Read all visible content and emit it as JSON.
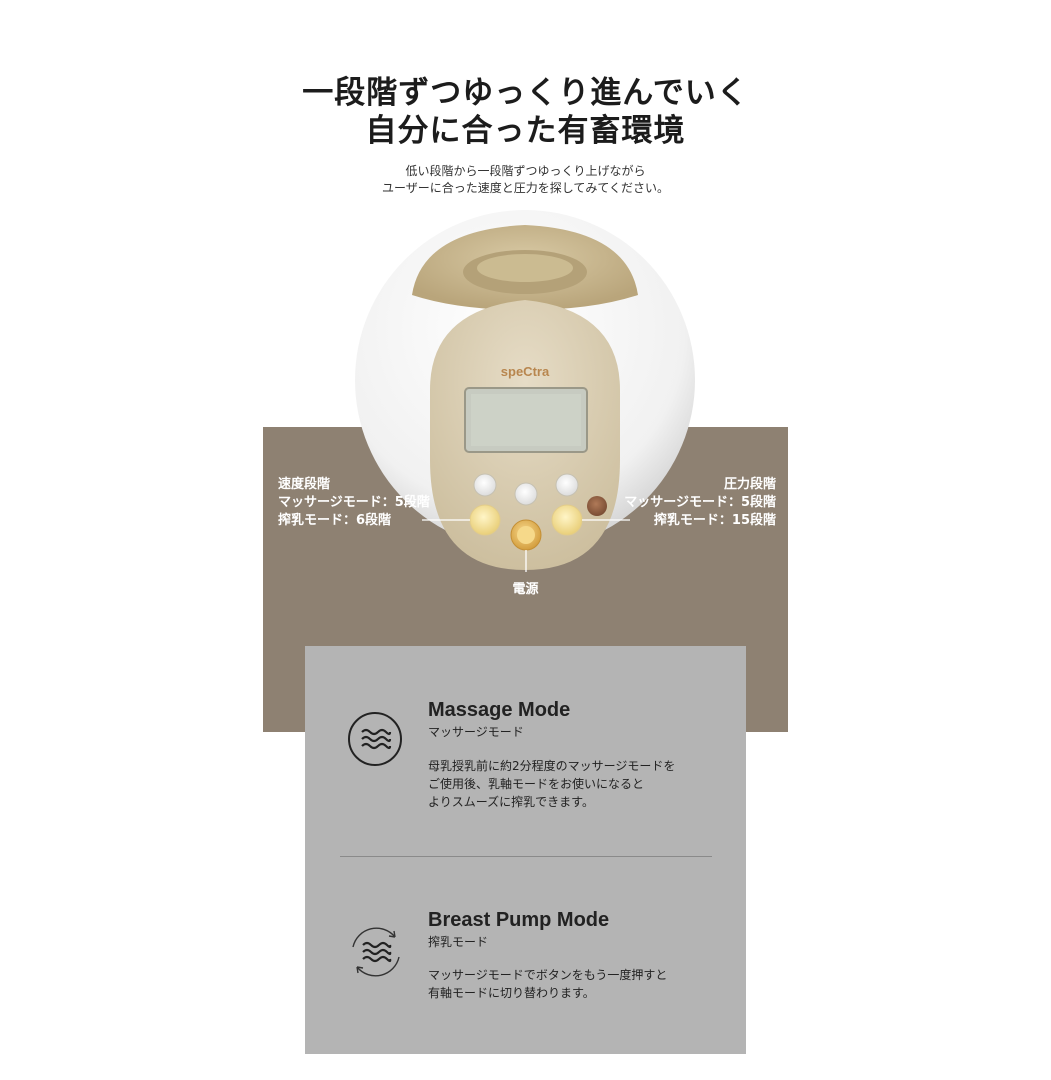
{
  "header": {
    "title_line1": "一段階ずつゆっくり進んでいく",
    "title_line2": "自分に合った有畜環境",
    "sub_line1": "低い段階から一段階ずつゆっくり上げながら",
    "sub_line2": "ユーザーに合った速度と圧力を探してみてください。"
  },
  "device": {
    "brand": "speCtra",
    "left_label": {
      "line1": "速度段階",
      "line2": "マッサージモード：5段階",
      "line3": "搾乳モード：6段階"
    },
    "right_label": {
      "line1": "圧力段階",
      "line2": "マッサージモード：5段階",
      "line3": "搾乳モード：15段階"
    },
    "power_label": "電源"
  },
  "modes": [
    {
      "title": "Massage Mode",
      "subtitle": "マッサージモード",
      "desc_line1": "母乳授乳前に約2分程度のマッサージモードを",
      "desc_line2": "ご使用後、乳軸モードをお使いになると",
      "desc_line3": "よりスムーズに搾乳できます。",
      "icon": "waves-icon"
    },
    {
      "title": "Breast Pump Mode",
      "subtitle": "搾乳モード",
      "desc_line1": "マッサージモードでボタンをもう一度押すと",
      "desc_line2": "有軸モードに切り替わります。",
      "icon": "cycle-waves-icon"
    }
  ],
  "colors": {
    "panel_brown": "#8e8172",
    "card_grey": "#b4b4b4",
    "device_face": "#d9cfb8",
    "button_yellow": "#f2df9a"
  }
}
